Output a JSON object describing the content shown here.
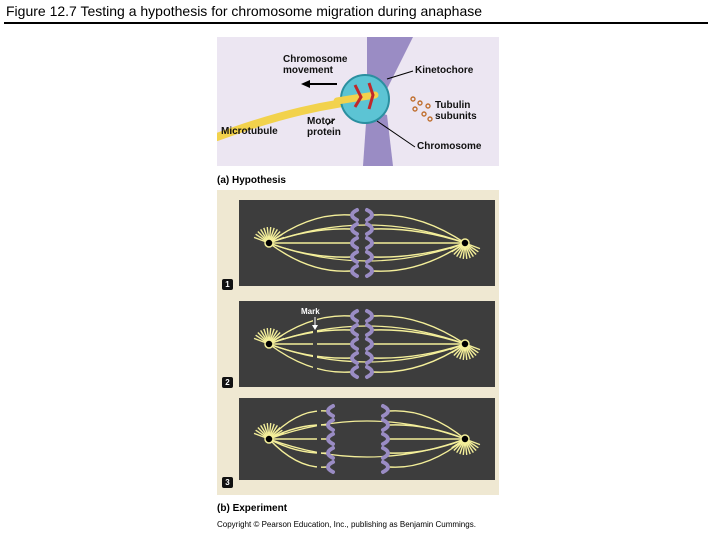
{
  "slide": {
    "title": "Figure 12.7  Testing a hypothesis for chromosome migration during anaphase"
  },
  "hypothesis": {
    "labels": {
      "chromosome_movement_line1": "Chromosome",
      "chromosome_movement_line2": "movement",
      "kinetochore": "Kinetochore",
      "tubulin_line1": "Tubulin",
      "tubulin_line2": "subunits",
      "motor_line1": "Motor",
      "motor_line2": "protein",
      "microtubule": "Microtubule",
      "chromosome": "Chromosome"
    },
    "caption_letter": "(a)",
    "caption_text": "Hypothesis"
  },
  "experiment": {
    "steps": [
      "1",
      "2",
      "3"
    ],
    "mark_label": "Mark",
    "caption_letter": "(b)",
    "caption_text": "Experiment"
  },
  "copyright": "Copyright © Pearson Education, Inc., publishing as Benjamin Cummings.",
  "colors": {
    "background_hyp": "#ece6f2",
    "chromosome_purple": "#9a8cc4",
    "kinetochore_cyan": "#5cc4d4",
    "motor_red": "#c0282a",
    "microtubule_yellow": "#f2d24c",
    "frame_dark": "#3d3d3d",
    "spindle_yellow": "#f4ef9a"
  }
}
